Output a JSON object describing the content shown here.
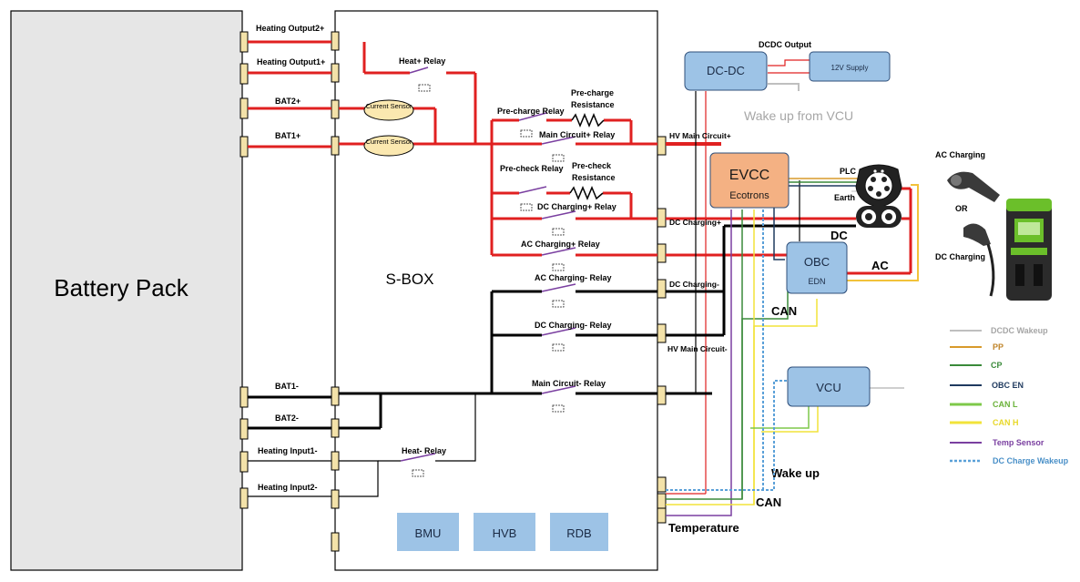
{
  "blocks": {
    "battery_pack": "Battery Pack",
    "sbox": "S-BOX",
    "bmu": "BMU",
    "hvb": "HVB",
    "rdb": "RDB",
    "dcdc": "DC-DC",
    "dcdc_output": "DCDC Output",
    "supply_12v": "12V Supply",
    "wake_from_vcu": "Wake up from VCU",
    "evcc_title": "EVCC",
    "evcc_sub": "Ecotrons",
    "obc_title": "OBC",
    "obc_sub": "EDN",
    "vcu": "VCU"
  },
  "battery_terminals": {
    "heating_output2": "Heating Output2+",
    "heating_output1": "Heating Output1+",
    "bat2_pos": "BAT2+",
    "bat1_pos": "BAT1+",
    "bat1_neg": "BAT1-",
    "bat2_neg": "BAT2-",
    "heating_input1": "Heating Input1-",
    "heating_input2": "Heating Input2-"
  },
  "sbox_labels": {
    "current_sensor": "Current Sensor",
    "heat_pos_relay": "Heat+ Relay",
    "precharge_relay": "Pre-charge Relay",
    "precharge_resistance": "Pre-charge Resistance",
    "main_circuit_pos_relay": "Main Circuit+ Relay",
    "precheck_relay": "Pre-check Relay",
    "precheck_resistance": "Pre-check Resistance",
    "dc_charging_pos_relay": "DC Charging+ Relay",
    "ac_charging_pos_relay": "AC Charging+ Relay",
    "ac_charging_neg_relay": "AC Charging- Relay",
    "dc_charging_neg_relay": "DC Charging- Relay",
    "main_circuit_neg_relay": "Main Circuit- Relay",
    "heat_neg_relay": "Heat- Relay"
  },
  "output_labels": {
    "hv_main_pos": "HV Main Circuit+",
    "dc_charging_pos": "DC Charging+",
    "dc_charging_neg": "DC Charging-",
    "hv_main_neg": "HV Main Circuit-",
    "wake_up": "Wake up",
    "can": "CAN",
    "temperature": "Temperature"
  },
  "connector_labels": {
    "plc": "PLC",
    "earth": "Earth",
    "dc": "DC",
    "ac": "AC",
    "can": "CAN",
    "ac_charging": "AC Charging",
    "or": "OR",
    "dc_charging": "DC Charging"
  },
  "legend": [
    {
      "label": "DCDC Wakeup",
      "color": "#bfbfbf",
      "dashed": false
    },
    {
      "label": "PP",
      "color": "#d89a2b",
      "dashed": false
    },
    {
      "label": "CP",
      "color": "#3a8a3a",
      "dashed": false
    },
    {
      "label": "OBC EN",
      "color": "#1f3a5f",
      "dashed": false
    },
    {
      "label": "CAN L",
      "color": "#7ec84a",
      "dashed": false
    },
    {
      "label": "CAN H",
      "color": "#f2e33a",
      "dashed": false
    },
    {
      "label": "Temp Sensor",
      "color": "#7a3fa0",
      "dashed": false
    },
    {
      "label": "DC Charge Wakeup",
      "color": "#5aa0d8",
      "dashed": true
    }
  ],
  "colors": {
    "hv_positive": "#e02020",
    "hv_negative": "#000000",
    "block_blue": "#9dc3e6",
    "evcc_orange": "#f4b183",
    "terminal": "#f3e2a9",
    "battery_fill": "#e6e6e6"
  }
}
